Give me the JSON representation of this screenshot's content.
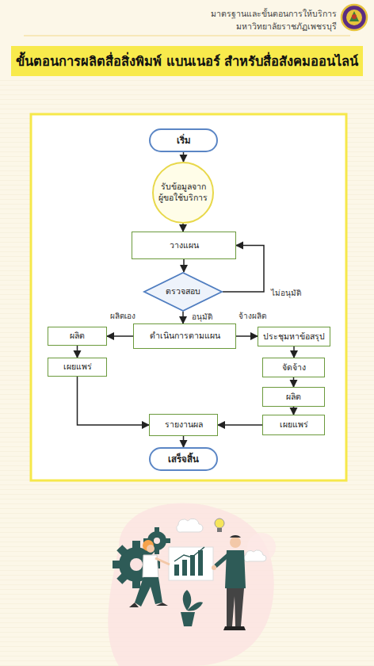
{
  "diagram": {
    "title": "ขั้นตอนการผลิตสื่อสิ่งพิมพ์ แบนเนอร์ สำหรับสื่อสังคมออนไลน์",
    "nodes": [
      {
        "text": [
          "เริ่ม"
        ]
      },
      {
        "text": [
          "รับข้อมูลจาก ผู้ขอใช้บริการ"
        ]
      },
      {
        "text": [
          "วางแผน"
        ]
      },
      {
        "text": [
          "ตรวจสอบ"
        ]
      },
      {
        "text": [
          "ดำเนินการตามแผน"
        ]
      },
      {
        "text": [
          "ผลิต"
        ]
      },
      {
        "text": [
          "เผยแพร่"
        ]
      },
      {
        "text": [
          "ประชุมหาข้อสรุป"
        ]
      },
      {
        "text": [
          "จัดจ้าง"
        ]
      },
      {
        "text": [
          "ผลิต"
        ]
      },
      {
        "text": [
          "เผยแพร่"
        ]
      },
      {
        "text": [
          "รายงานผล"
        ]
      },
      {
        "text": [
          "เสร็จสิ้น"
        ]
      }
    ],
    "edges": [
      {
        "from": 0,
        "to": 1,
        "arrow": "to"
      },
      {
        "from": 1,
        "to": 2,
        "arrow": "to"
      },
      {
        "from": 2,
        "to": 3,
        "arrow": "to"
      },
      {
        "from": 3,
        "to": 2,
        "label": "ไม่อนุมัติ",
        "arrow": "to"
      },
      {
        "from": 3,
        "to": 4,
        "label": "อนุมัติ",
        "arrow": "to"
      },
      {
        "from": 4,
        "to": 5,
        "label": "ผลิตเอง",
        "arrow": "to"
      },
      {
        "from": 4,
        "to": 7,
        "label": "จ้างผลิต",
        "arrow": "to"
      },
      {
        "from": 5,
        "to": 6,
        "arrow": "to"
      },
      {
        "from": 7,
        "to": 8,
        "arrow": "to"
      },
      {
        "from": 8,
        "to": 9,
        "arrow": "to"
      },
      {
        "from": 9,
        "to": 10,
        "arrow": "to"
      },
      {
        "from": 6,
        "to": 11,
        "arrow": "to"
      },
      {
        "from": 10,
        "to": 11,
        "arrow": "to"
      },
      {
        "from": 11,
        "to": 12,
        "arrow": "to"
      }
    ],
    "labels": [
      "มาตรฐานและขั้นตอนการให้บริการ",
      "มหาวิทยาลัยราชภัฏเพชรบุรี"
    ]
  }
}
